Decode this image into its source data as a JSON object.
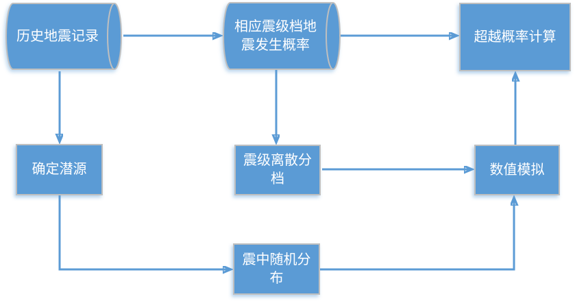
{
  "diagram": {
    "type": "flowchart",
    "background_color": "#ffffff",
    "colors": {
      "shape_fill": "#5B9BD5",
      "shape_border": "#BFBFBF",
      "arrow": "#5B9BD5",
      "text": "#FFFFFF"
    },
    "nodes": {
      "historical_earthquake_records": {
        "label": "历史地震记录",
        "shape": "cylinder"
      },
      "magnitude_bin_occurrence_probability": {
        "label": "相应震级档地\n震发生概率",
        "shape": "cylinder"
      },
      "exceedance_probability_calculation": {
        "label": "超越概率计算",
        "shape": "rectangle"
      },
      "determine_potential_sources": {
        "label": "确定潜源",
        "shape": "rectangle"
      },
      "magnitude_discrete_binning": {
        "label": "震级离散分\n档",
        "shape": "rectangle"
      },
      "numerical_simulation": {
        "label": "数值模拟",
        "shape": "rectangle"
      },
      "epicenter_random_distribution": {
        "label": "震中随机分\n布",
        "shape": "rectangle"
      }
    },
    "edges": [
      {
        "from": "历史地震记录",
        "to": "相应震级档地震发生概率"
      },
      {
        "from": "相应震级档地震发生概率",
        "to": "超越概率计算"
      },
      {
        "from": "历史地震记录",
        "to": "确定潜源"
      },
      {
        "from": "相应震级档地震发生概率",
        "to": "震级离散分档"
      },
      {
        "from": "震级离散分档",
        "to": "数值模拟"
      },
      {
        "from": "确定潜源",
        "to": "震中随机分布"
      },
      {
        "from": "震中随机分布",
        "to": "数值模拟"
      },
      {
        "from": "数值模拟",
        "to": "超越概率计算"
      }
    ]
  }
}
